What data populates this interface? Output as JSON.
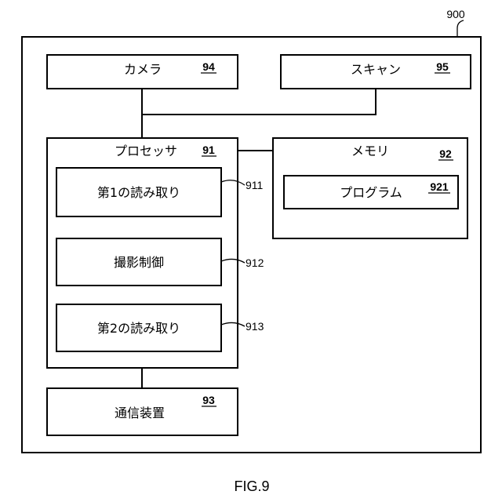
{
  "figure": {
    "device_number": "900",
    "caption": "FIG.9"
  },
  "camera": {
    "label": "カメラ",
    "number": "94"
  },
  "scanner": {
    "label": "スキャン",
    "number": "95"
  },
  "processor": {
    "label": "プロセッサ",
    "number": "91",
    "modules": [
      {
        "label": "第1の読み取り",
        "number": "911"
      },
      {
        "label": "撮影制御",
        "number": "912"
      },
      {
        "label": "第2の読み取り",
        "number": "913"
      }
    ]
  },
  "memory": {
    "label": "メモリ",
    "number": "92",
    "program": {
      "label": "プログラム",
      "number": "921"
    }
  },
  "comm": {
    "label": "通信装置",
    "number": "93"
  }
}
